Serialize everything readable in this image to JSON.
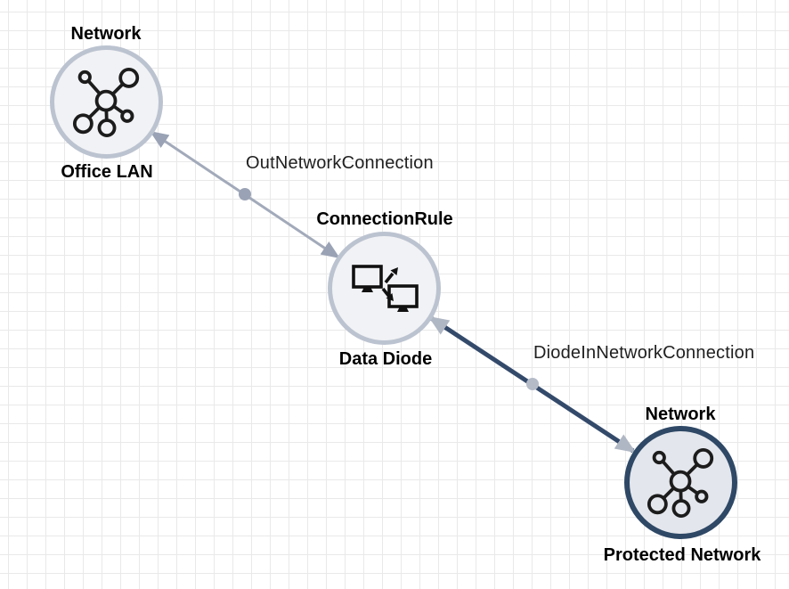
{
  "diagram": {
    "nodes": [
      {
        "type": "Network",
        "name": "Office LAN",
        "icon": "network-icon"
      },
      {
        "type": "ConnectionRule",
        "name": "Data Diode",
        "icon": "data-diode-icon"
      },
      {
        "type": "Network",
        "name": "Protected Network",
        "icon": "network-icon"
      }
    ],
    "edges": [
      {
        "label": "OutNetworkConnection",
        "color": "#a2aaba"
      },
      {
        "label": "DiodeInNetworkConnection",
        "color": "#344a6b"
      }
    ],
    "colors": {
      "node_light_border": "#bcc3d0",
      "node_light_fill": "#f1f2f5",
      "node_dark_border": "#2e4866",
      "node_dark_fill": "#e3e6ec",
      "edge_light": "#a2aaba",
      "edge_dark": "#344a6b",
      "edge_dot_light": "#9aa3b5",
      "edge_dot_dark": "#b5bcc8",
      "arrowhead_light": "#9aa3b5",
      "arrowhead_dark": "#b0b7c4",
      "grid": "#e9e9e9"
    }
  }
}
